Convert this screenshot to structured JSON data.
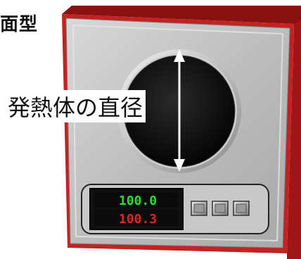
{
  "title": "面型",
  "annotation_label": "発熱体の直径",
  "display": {
    "setpoint": "100.0",
    "process_value": "100.3",
    "setpoint_color": "#22e033",
    "process_color": "#e02222"
  },
  "colors": {
    "housing_red": "#b81a1a",
    "faceplate": "#b9b9b9",
    "aperture": "#000000"
  },
  "buttons": [
    "button",
    "button",
    "button"
  ],
  "icons": [
    "double-arrow-icon"
  ]
}
